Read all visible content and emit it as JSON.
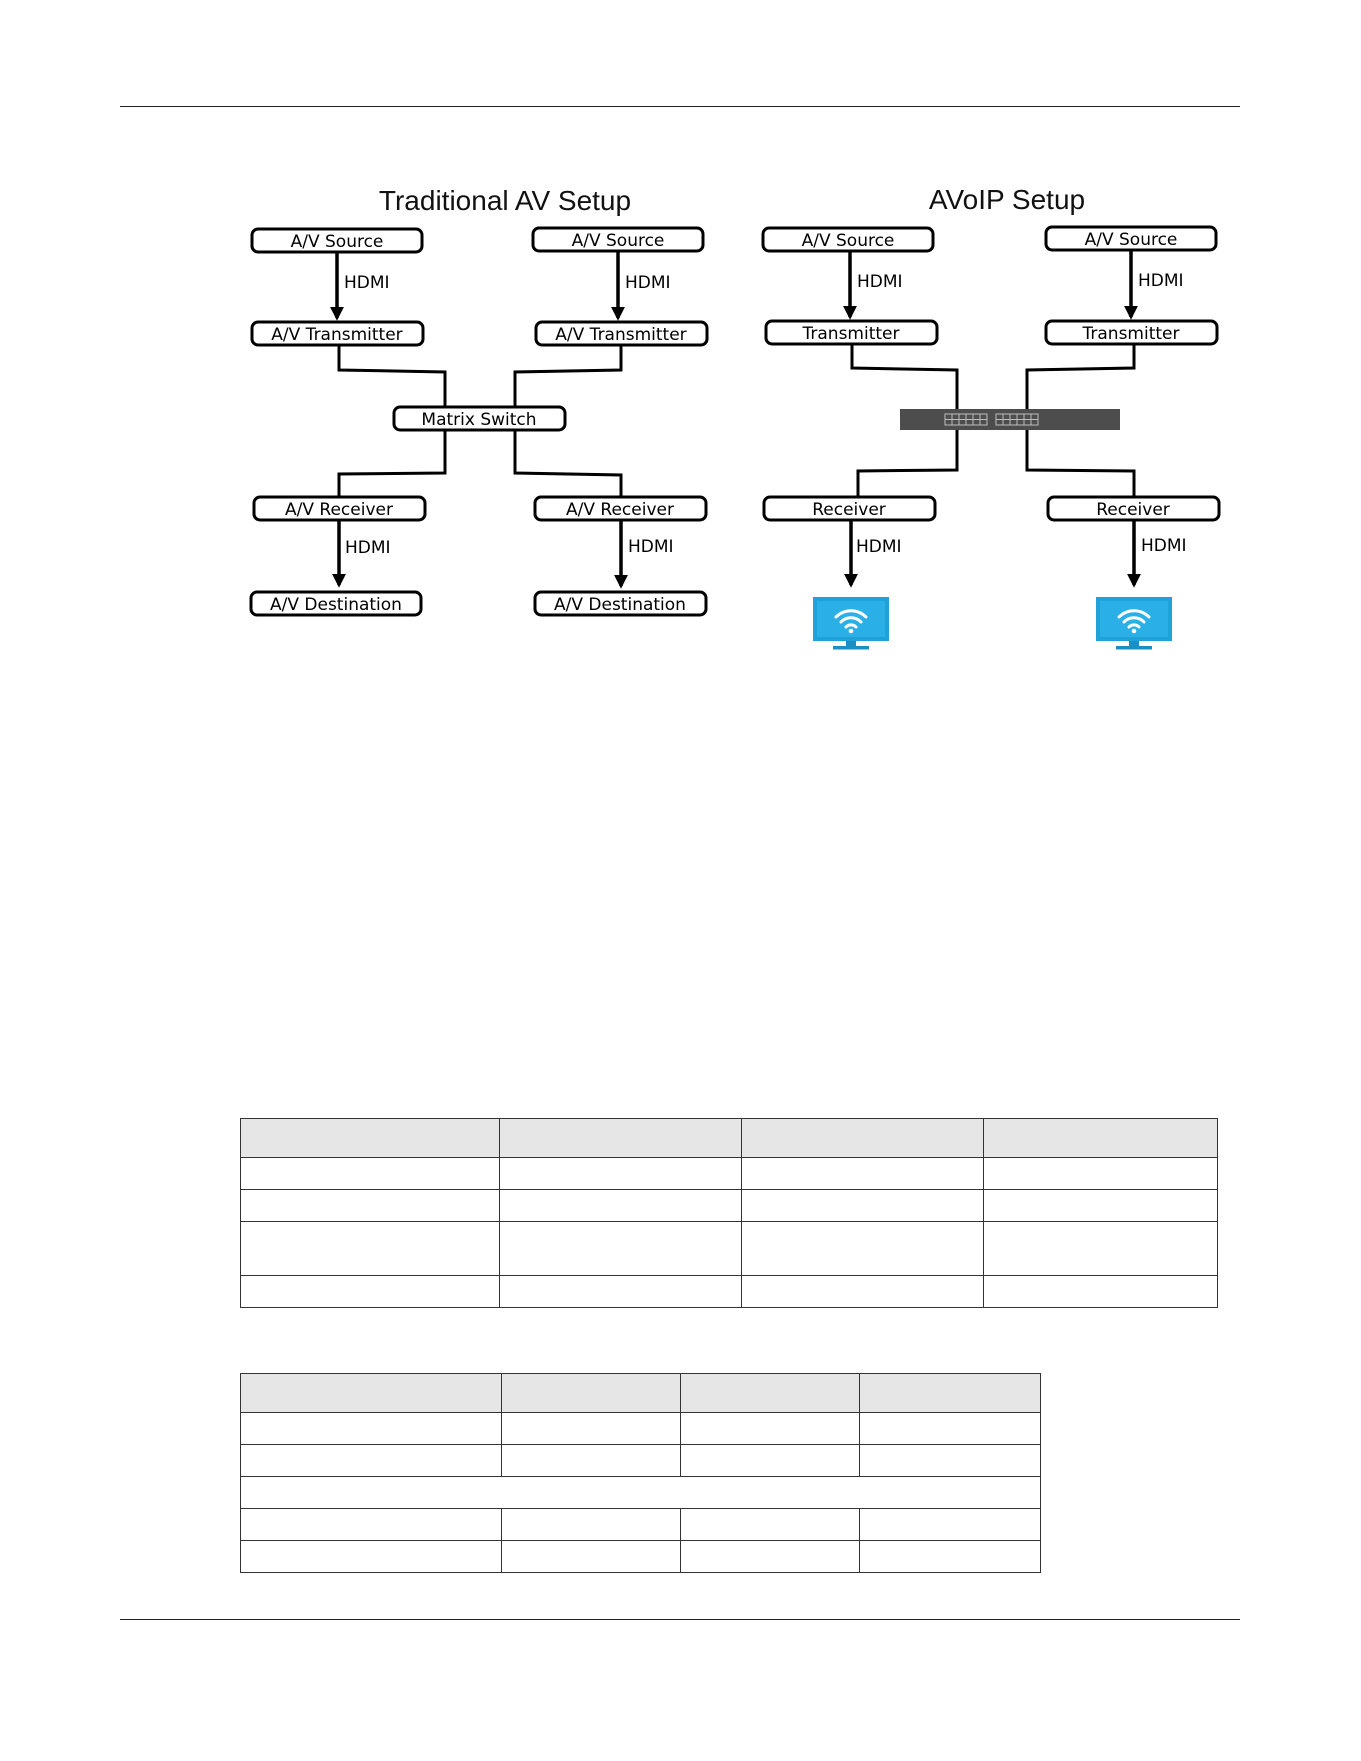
{
  "diagrams": {
    "traditional": {
      "title": "Traditional AV Setup",
      "source_label": "A/V Source",
      "transmitter_label": "A/V Transmitter",
      "switch_label": "Matrix Switch",
      "receiver_label": "A/V Receiver",
      "destination_label": "A/V Destination",
      "link_label": "HDMI"
    },
    "avoip": {
      "title": "AVoIP Setup",
      "source_label": "A/V Source",
      "transmitter_label": "Transmitter",
      "receiver_label": "Receiver",
      "link_label": "HDMI"
    }
  },
  "colors": {
    "display_screen": "#1ea2d8",
    "display_stand": "#1b8fc4",
    "switch_body": "#4d4d4d",
    "table_header": "#e6e6e6"
  },
  "icons": {
    "network_switch": "ethernet-switch-icon",
    "display": "wifi-monitor-icon"
  },
  "table1": {
    "header": [
      "",
      "",
      "",
      ""
    ],
    "rows": [
      [
        "",
        "",
        "",
        ""
      ],
      [
        "",
        "",
        "",
        ""
      ],
      [
        "",
        "",
        "",
        ""
      ],
      [
        "",
        "",
        "",
        ""
      ]
    ]
  },
  "table2": {
    "header": [
      "",
      "",
      "",
      ""
    ],
    "rows": [
      [
        "",
        "",
        "",
        ""
      ],
      [
        "",
        "",
        "",
        ""
      ],
      [
        ""
      ],
      [
        "",
        "",
        "",
        ""
      ],
      [
        "",
        "",
        "",
        ""
      ]
    ]
  }
}
